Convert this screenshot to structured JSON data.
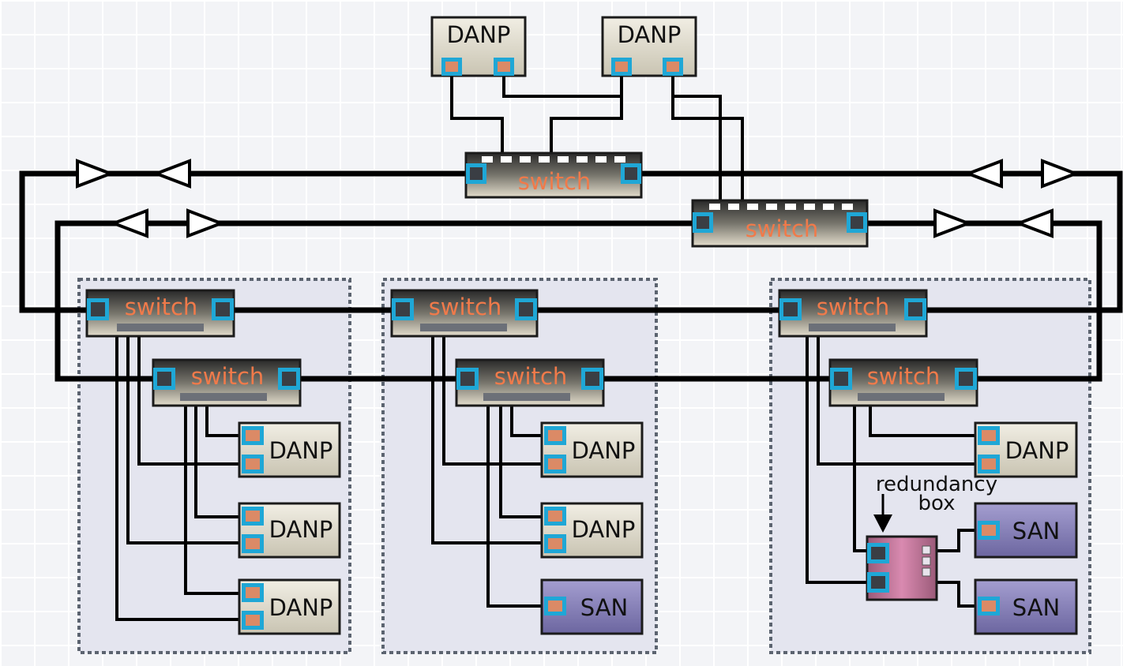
{
  "labels": {
    "danp": "DANP",
    "san": "SAN",
    "switch": "switch",
    "redundancy_box_line1": "redundancy",
    "redundancy_box_line2": "box"
  },
  "colors": {
    "port_outline": "#1fa7d6",
    "port_orange": "#db8a66",
    "switch_text": "#f07a4a",
    "san_fill": "#8a83b8",
    "danp_fill": "#e6e2d4",
    "redundancy_box_fill": "#c87fa3",
    "group_fill": "#e4e5ef",
    "ring_line": "#000000"
  },
  "nodes": {
    "top_danp": [
      {
        "name": "DANP",
        "ports": 2
      },
      {
        "name": "DANP",
        "ports": 2
      }
    ],
    "ring_switches": [
      "switch",
      "switch"
    ],
    "groups": [
      {
        "switches": [
          "switch",
          "switch"
        ],
        "devices": [
          "DANP",
          "DANP",
          "DANP"
        ]
      },
      {
        "switches": [
          "switch",
          "switch"
        ],
        "devices": [
          "DANP",
          "DANP",
          "SAN"
        ]
      },
      {
        "switches": [
          "switch",
          "switch"
        ],
        "devices": [
          "DANP",
          "SAN",
          "SAN"
        ],
        "redundancy_box": true
      }
    ]
  }
}
